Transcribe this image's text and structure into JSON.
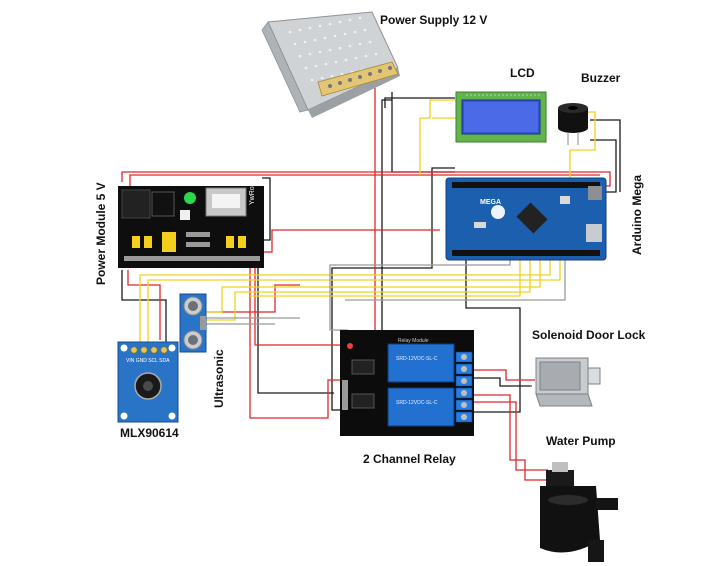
{
  "labels": {
    "power_supply": "Power Supply 12 V",
    "lcd": "LCD",
    "buzzer": "Buzzer",
    "arduino": "Arduino Mega",
    "power_module": "Power Module 5 V",
    "solenoid": "Solenoid Door Lock",
    "water_pump": "Water Pump",
    "relay": "2 Channel Relay",
    "ultrasonic": "Ultrasonic",
    "mlx": "MLX90614"
  },
  "board_text": {
    "arduino_brand": "MEGA",
    "power_module_brand": "YwRobot",
    "relay_brand": "Relay Module",
    "mlx_pins": "VIN GND SCL SDA",
    "relay_spec": "SRD-12VDC-SL-C"
  },
  "colors": {
    "wire_red": "#e0262b",
    "wire_black": "#1a1a1a",
    "wire_yellow": "#f2d21b",
    "arduino_blue": "#1c5fae",
    "lcd_screen": "#3555d8",
    "lcd_frame": "#62b54a",
    "relay_blue": "#2270d0",
    "mlx_blue": "#2a74c8"
  }
}
